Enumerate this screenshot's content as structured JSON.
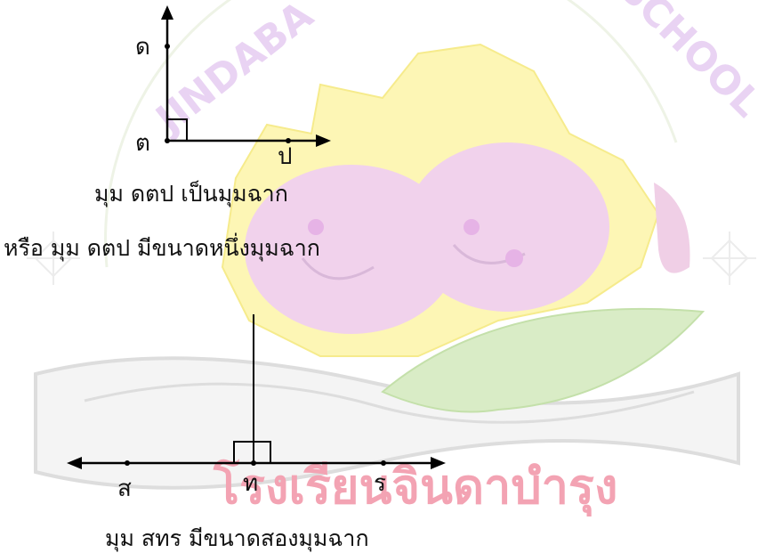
{
  "watermark": {
    "school_name_th": "โรงเรียนจินดาบำรุง",
    "school_name_en": "JINDABAMRUNG SCHOOL"
  },
  "diagram1": {
    "points": {
      "top": "ด",
      "vertex": "ต",
      "right": "ป"
    },
    "caption_line1": "มุม ดตป เป็นมุมฉาก",
    "caption_line2": "หรือ มุม ดตป มีขนาดหนึ่งมุมฉาก"
  },
  "diagram2": {
    "points": {
      "left": "ส",
      "vertex": "ท",
      "right": "ร"
    },
    "caption": "มุม สทร มีขนาดสองมุมฉาก"
  },
  "colors": {
    "line": "#000000",
    "flower_yellow": "#fdf6b5",
    "flower_pink": "#f1d2ec",
    "leaf_green": "#d9ecc6",
    "ribbon": "#dddddd",
    "watermark_text": "#f3a3b3"
  }
}
